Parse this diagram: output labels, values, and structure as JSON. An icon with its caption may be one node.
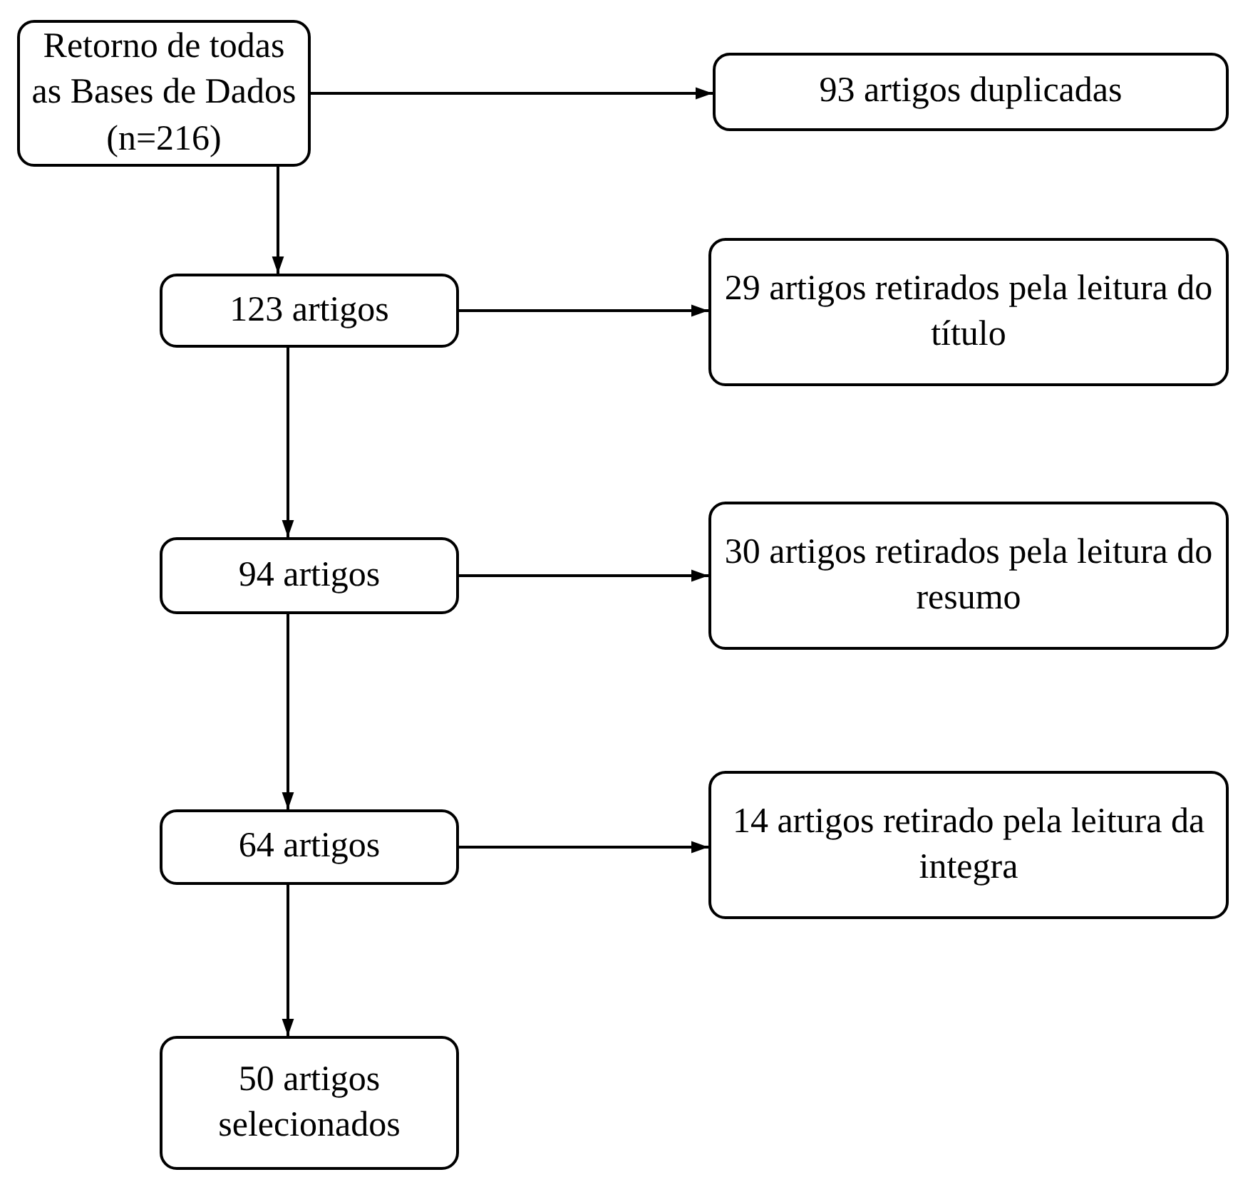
{
  "diagram": {
    "nodes": [
      {
        "text": [
          "Retorno de todas as Bases de Dados (n=216)"
        ]
      },
      {
        "text": [
          "93 artigos duplicadas"
        ]
      },
      {
        "text": [
          "123 artigos"
        ]
      },
      {
        "text": [
          "29 artigos retirados pela leitura do título"
        ]
      },
      {
        "text": [
          "94 artigos"
        ]
      },
      {
        "text": [
          "30 artigos retirados pela leitura do resumo"
        ]
      },
      {
        "text": [
          "64 artigos"
        ]
      },
      {
        "text": [
          "14 artigos retirado pela leitura da integra"
        ]
      },
      {
        "text": [
          "50 artigos selecionados"
        ]
      }
    ],
    "edges": [
      {
        "from": 0,
        "to": 1,
        "arrow": "to"
      },
      {
        "from": 0,
        "to": 2,
        "arrow": "to"
      },
      {
        "from": 2,
        "to": 3,
        "arrow": "to"
      },
      {
        "from": 2,
        "to": 4,
        "arrow": "to"
      },
      {
        "from": 4,
        "to": 5,
        "arrow": "to"
      },
      {
        "from": 4,
        "to": 6,
        "arrow": "to"
      },
      {
        "from": 6,
        "to": 7,
        "arrow": "to"
      },
      {
        "from": 6,
        "to": 8,
        "arrow": "to"
      }
    ]
  }
}
